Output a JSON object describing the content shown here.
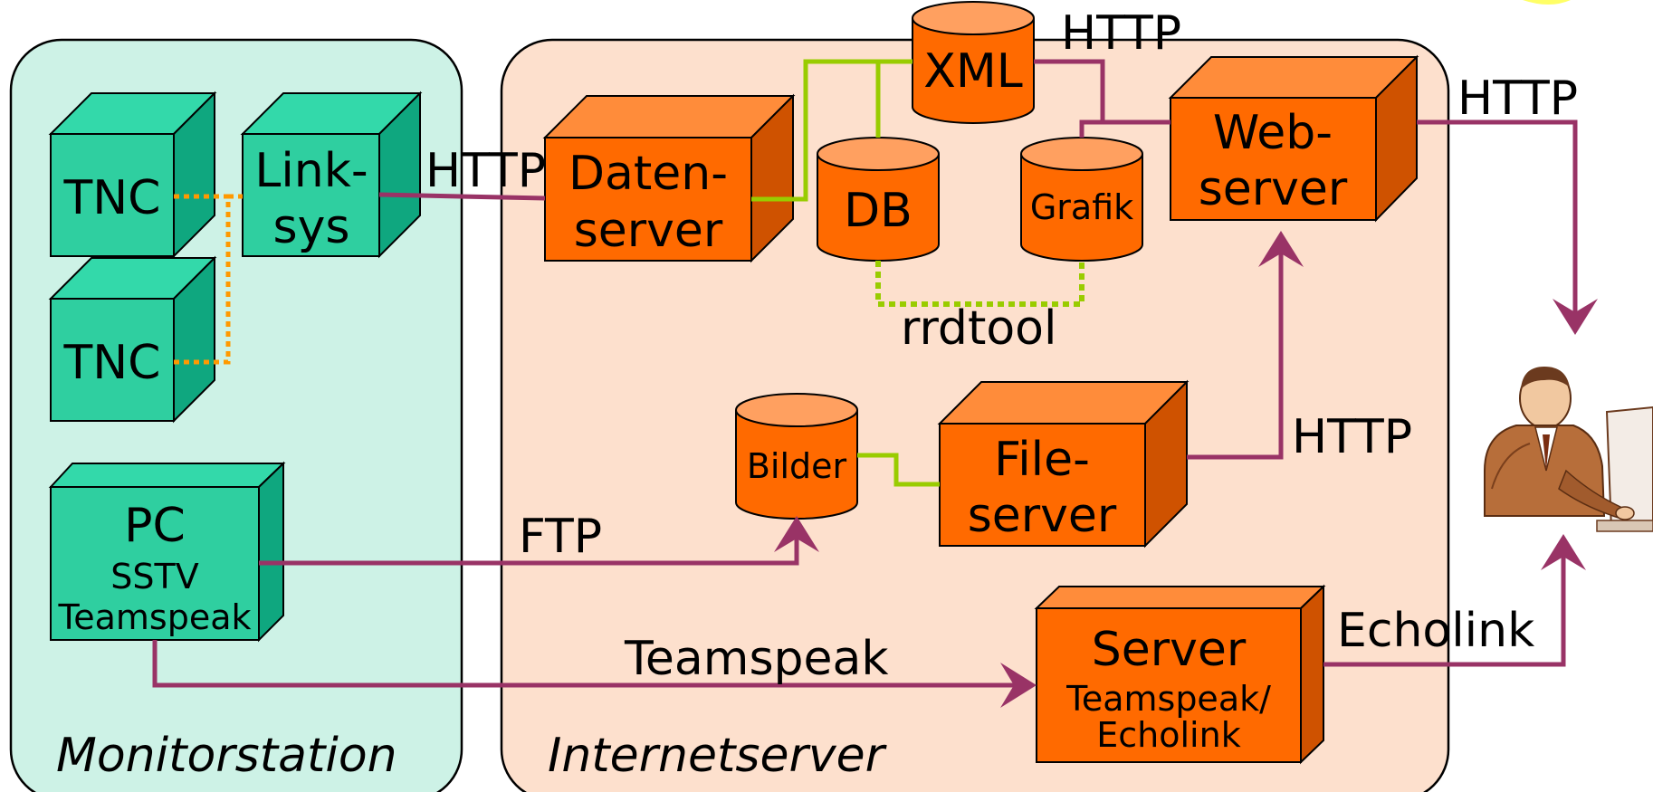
{
  "zones": {
    "monitor_label": "Monitorstation",
    "internet_label": "Internetserver"
  },
  "boxes": {
    "tnc1": "TNC",
    "tnc2": "TNC",
    "linksys_1": "Link-",
    "linksys_2": "sys",
    "pc_1": "PC",
    "pc_2": "SSTV",
    "pc_3": "Teamspeak",
    "datenserver_1": "Daten-",
    "datenserver_2": "server",
    "webserver_1": "Web-",
    "webserver_2": "server",
    "fileserver_1": "File-",
    "fileserver_2": "server",
    "server_1": "Server",
    "server_2": "Teamspeak/",
    "server_3": "Echolink"
  },
  "cylinders": {
    "xml": "XML",
    "db": "DB",
    "grafik": "Grafik",
    "bilder": "Bilder"
  },
  "links": {
    "http_linksys": "HTTP",
    "http_xml": "HTTP",
    "http_web": "HTTP",
    "http_file": "HTTP",
    "rrdtool": "rrdtool",
    "ftp": "FTP",
    "teamspeak": "Teamspeak",
    "echolink": "Echolink"
  },
  "colors": {
    "monitor_zone": "#cdf2e6",
    "internet_zone": "#fde0cd",
    "green_front": "#2fcfa0",
    "green_top": "#33d9aa",
    "green_side": "#0fa77f",
    "orange_front": "#ff6a00",
    "orange_top": "#ff8c3a",
    "orange_side": "#cf5200",
    "cyl_top": "#ffa060",
    "connector_purple": "#993366",
    "connector_lime": "#99cc00",
    "connector_orange": "#ff9900",
    "connector_dotted_lime": "#99cc00"
  }
}
